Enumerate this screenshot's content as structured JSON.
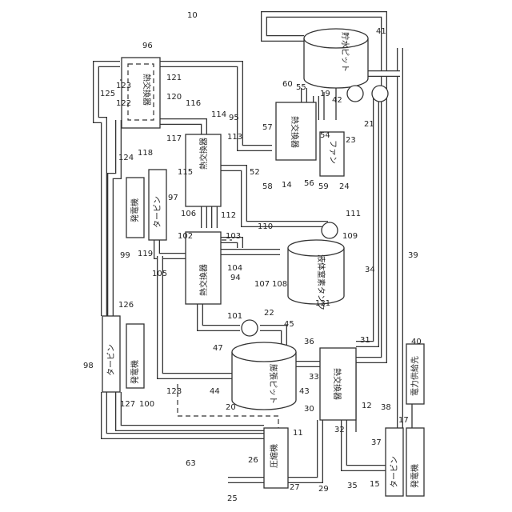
{
  "figure_number": "10",
  "components": {
    "heat_exchanger_96": "熱交換器",
    "heat_exchanger_95": "熱交換器",
    "heat_exchanger_94": "熱交換器",
    "heat_exchanger_14": "熱交換器",
    "heat_exchanger_12": "熱交換器",
    "turbine_97": "タービン",
    "turbine_98": "タービン",
    "turbine_15": "タービン",
    "generator_99": "発電機",
    "generator_100": "発電機",
    "generator_17": "発電機",
    "storage_pit_41": "貯水ピット",
    "fan_24": "ファン",
    "ln2_tank_131": "液体窒素タンク",
    "expansion_pit_20": "膨張ピット",
    "compressor_26": "圧縮機",
    "power_destination_40": "電力供給先"
  },
  "numbers": [
    "10",
    "96",
    "41",
    "125",
    "123",
    "121",
    "122",
    "120",
    "116",
    "114",
    "95",
    "60",
    "55",
    "42",
    "19",
    "57",
    "21",
    "124",
    "117",
    "113",
    "54",
    "23",
    "118",
    "115",
    "52",
    "58",
    "14",
    "56",
    "59",
    "24",
    "97",
    "106",
    "112",
    "111",
    "99",
    "102",
    "103",
    "110",
    "109",
    "119",
    "105",
    "94",
    "104",
    "107",
    "108",
    "34",
    "39",
    "131",
    "126",
    "22",
    "101",
    "45",
    "98",
    "47",
    "36",
    "31",
    "40",
    "44",
    "43",
    "33",
    "20",
    "127",
    "100",
    "128",
    "30",
    "12",
    "38",
    "17",
    "11",
    "32",
    "63",
    "26",
    "37",
    "25",
    "27",
    "29",
    "35",
    "15"
  ]
}
